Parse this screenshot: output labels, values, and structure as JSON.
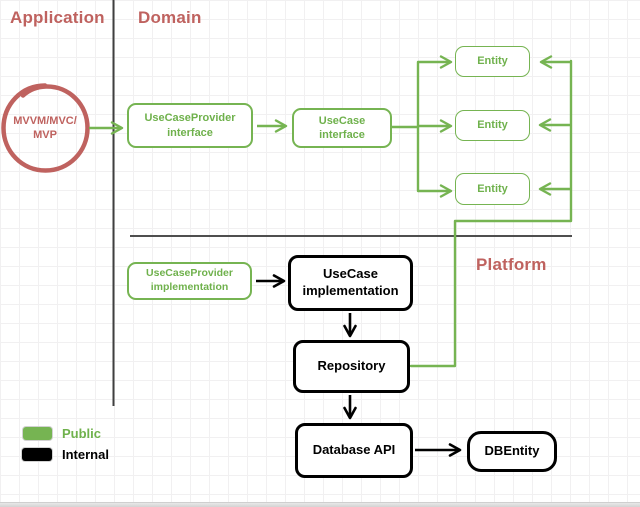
{
  "colors": {
    "public_green": "#76b452",
    "accent_red": "#bf625f",
    "internal_black": "#000000",
    "separator_gray": "#434343"
  },
  "layers": {
    "application_title": "Application",
    "domain_title": "Domain",
    "platform_title": "Platform"
  },
  "nodes": {
    "presentation_pattern": "MVVM/MVC/\nMVP",
    "usecase_provider_interface": "UseCaseProvider\ninterface",
    "usecase_interface": "UseCase\ninterface",
    "entity_1": "Entity",
    "entity_2": "Entity",
    "entity_3": "Entity",
    "usecase_provider_implementation": "UseCaseProvider\nimplementation",
    "usecase_implementation": "UseCase\nimplementation",
    "repository": "Repository",
    "database_api": "Database API",
    "db_entity": "DBEntity"
  },
  "legend": {
    "public_label": "Public",
    "internal_label": "Internal"
  }
}
